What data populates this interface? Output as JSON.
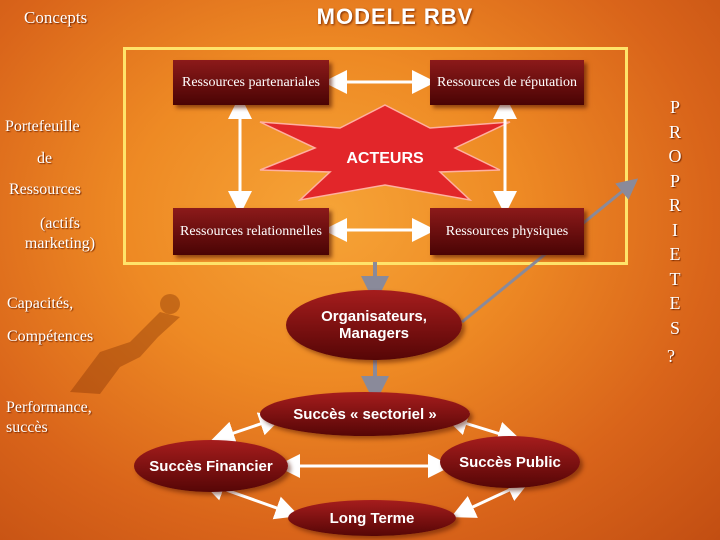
{
  "title": "MODELE RBV",
  "concepts_label": "Concepts",
  "boxes": {
    "partenariales": "Ressources partenariales",
    "reputation": "Ressources de réputation",
    "relationnelles": "Ressources relationnelles",
    "physiques": "Ressources physiques"
  },
  "acteurs": "ACTEURS",
  "left": {
    "portefeuille": "Portefeuille",
    "de": "de",
    "ressources": "Ressources",
    "actifs": "(actifs marketing)",
    "capacites": "Capacités,",
    "competences": "Compétences",
    "performance": "Performance, succès"
  },
  "ovals": {
    "organisateurs": "Organisateurs, Managers",
    "sectoriel": "Succès « sectoriel »",
    "financier": "Succès Financier",
    "public": "Succès Public",
    "long_terme": "Long Terme"
  },
  "right_stack": [
    "P",
    "R",
    "O",
    "P",
    "R",
    "I",
    "E",
    "T",
    "E",
    "S"
  ],
  "right_question": "?",
  "colors": {
    "box": "#6e0e0e",
    "frame": "#ffe36a",
    "arrow": "#ffffff",
    "arrow_gray": "#8a8a9a"
  }
}
